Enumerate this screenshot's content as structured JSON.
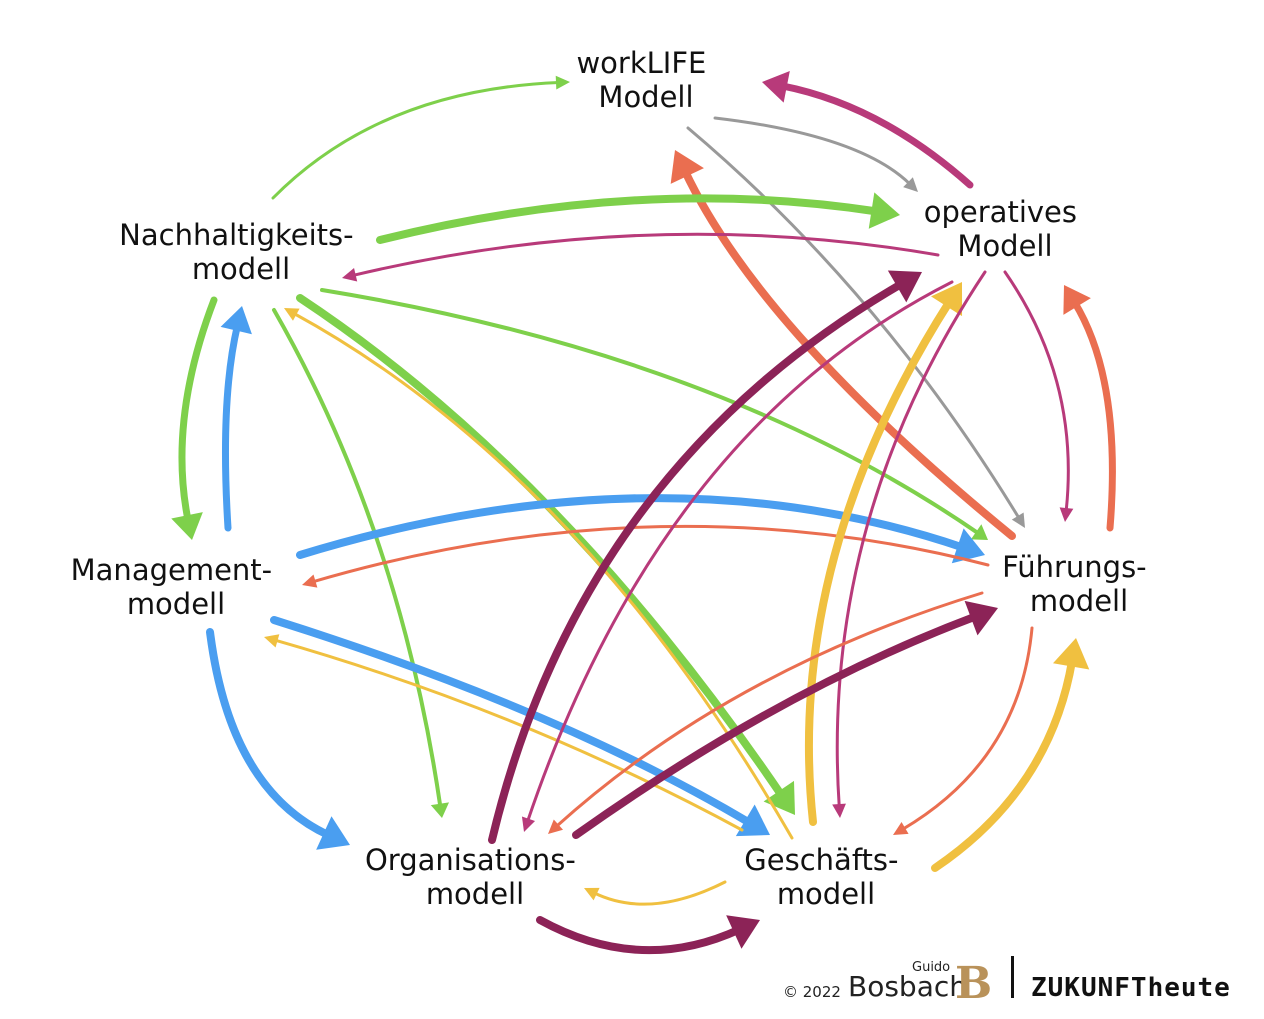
{
  "colors": {
    "green": "#7ed04b",
    "blue": "#4a9ef0",
    "orange": "#ea6e50",
    "magenta": "#b83a7a",
    "plum": "#8c2357",
    "yellow": "#f0c040",
    "gray": "#999999",
    "brand_gold": "#b9925a"
  },
  "nodes": {
    "worklife": {
      "line1": "workLIFE",
      "line2": "Modell"
    },
    "operatives": {
      "line1": "operatives",
      "line2": "Modell"
    },
    "nachhaltigkeits": {
      "line1": "Nachhaltigkeits-",
      "line2": "modell"
    },
    "management": {
      "line1": "Management-",
      "line2": "modell"
    },
    "fuehrungs": {
      "line1": "Führungs-",
      "line2": "modell"
    },
    "organisations": {
      "line1": "Organisations-",
      "line2": "modell"
    },
    "geschaefts": {
      "line1": "Geschäfts-",
      "line2": "modell"
    }
  },
  "footer": {
    "copyright": "© 2022",
    "author_first": "Guido",
    "author_last": "Bosbach",
    "logo_mark": "B",
    "brand": "ZUKUNFTheute"
  }
}
